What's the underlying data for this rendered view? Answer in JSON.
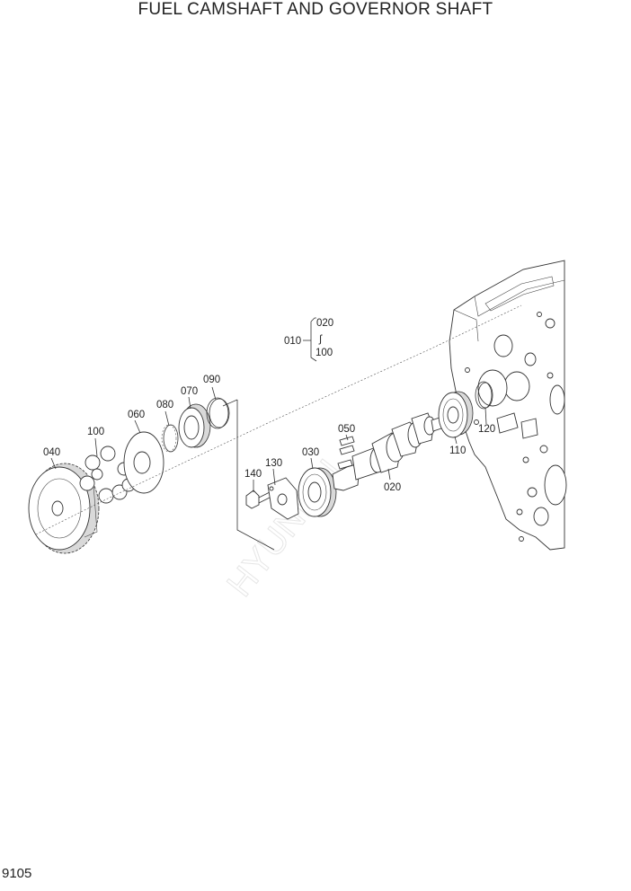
{
  "page": {
    "title": "FUEL CAMSHAFT AND GOVERNOR SHAFT",
    "page_number": "9105"
  },
  "callouts": {
    "p010": "010",
    "p020_range": "020",
    "range_sep": "∫",
    "p100_range": "100",
    "p090": "090",
    "p070": "070",
    "p080": "080",
    "p060": "060",
    "p100": "100",
    "p040": "040",
    "p050": "050",
    "p030": "030",
    "p130": "130",
    "p140": "140",
    "p020": "020",
    "p110": "110",
    "p120": "120"
  },
  "colors": {
    "line": "#333333",
    "text": "#222222",
    "background": "#ffffff",
    "shade": "#d9d9d9"
  }
}
